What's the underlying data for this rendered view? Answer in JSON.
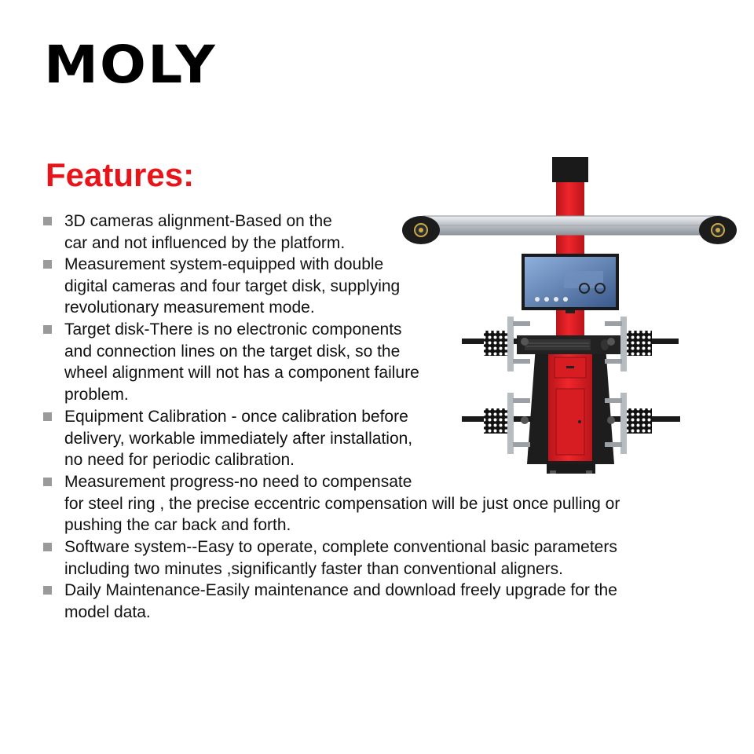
{
  "brand": {
    "name": "MOLY"
  },
  "section": {
    "title": "Features:"
  },
  "features": [
    {
      "lines": [
        "3D cameras alignment-Based on the",
        "car and not influenced by the platform."
      ]
    },
    {
      "lines": [
        "Measurement system-equipped with double",
        "digital cameras and four target disk, supplying",
        "revolutionary measurement mode."
      ]
    },
    {
      "lines": [
        "Target disk-There is no electronic components",
        "and connection lines on the target disk, so the",
        "wheel alignment will not has a component failure",
        "problem."
      ]
    },
    {
      "lines": [
        "Equipment Calibration - once calibration before",
        "delivery, workable immediately after installation,",
        "no need for periodic calibration."
      ]
    },
    {
      "lines": [
        "Measurement progress-no need to compensate",
        "for steel ring , the precise eccentric compensation will be just once pulling or",
        "pushing the car back and forth."
      ]
    },
    {
      "lines": [
        "Software system--Easy to operate, complete conventional basic parameters",
        "including two minutes ,significantly faster than conventional aligners."
      ]
    },
    {
      "lines": [
        "Daily Maintenance-Easily maintenance and download freely upgrade for the",
        "model data."
      ]
    }
  ],
  "colors": {
    "accent_red": "#e8141a",
    "bullet_gray": "#9a9a9a",
    "machine_red": "#e01e24",
    "beam_silver": "#c9cdd2",
    "monitor_blue": "#5f7fb0"
  },
  "image": {
    "subject": "3D wheel alignment machine"
  }
}
